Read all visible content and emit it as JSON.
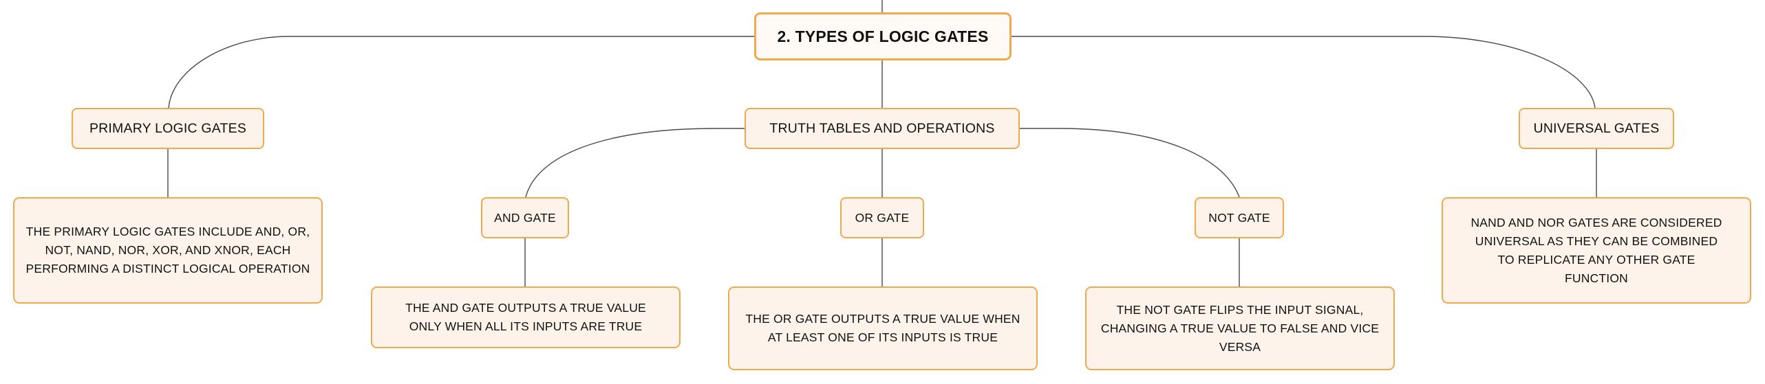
{
  "root": {
    "label": "2. TYPES OF LOGIC GATES"
  },
  "primary": {
    "label": "PRIMARY LOGIC GATES",
    "detail": "THE PRIMARY LOGIC GATES INCLUDE AND, OR, NOT, NAND, NOR, XOR, AND XNOR, EACH PERFORMING A DISTINCT LOGICAL OPERATION"
  },
  "truth": {
    "label": "TRUTH TABLES AND OPERATIONS",
    "gates": [
      {
        "label": "AND GATE",
        "detail": "THE AND GATE OUTPUTS A TRUE VALUE ONLY WHEN ALL ITS INPUTS ARE TRUE"
      },
      {
        "label": "OR GATE",
        "detail": "THE OR GATE OUTPUTS A TRUE VALUE WHEN AT LEAST ONE OF ITS INPUTS IS TRUE"
      },
      {
        "label": "NOT GATE",
        "detail": "THE NOT GATE FLIPS THE INPUT SIGNAL, CHANGING A TRUE VALUE TO FALSE AND VICE VERSA"
      }
    ]
  },
  "universal": {
    "label": "UNIVERSAL GATES",
    "detail": "NAND AND NOR GATES ARE CONSIDERED UNIVERSAL AS THEY CAN BE COMBINED TO REPLICATE ANY OTHER GATE FUNCTION"
  },
  "colors": {
    "node_border": "#f2a94e",
    "node_fill": "#fdf3ea",
    "connector": "#4a4a4a",
    "text": "#111111"
  }
}
